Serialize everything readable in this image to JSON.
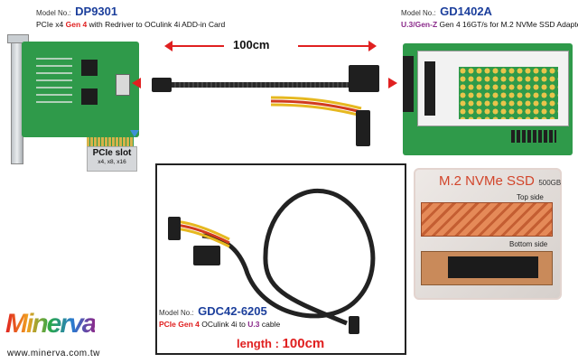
{
  "left_card": {
    "model_prefix": "Model No.:",
    "model_number": "DP9301",
    "desc_before": "PCIe x4 ",
    "desc_highlight": "Gen 4",
    "desc_after": " with Redriver to OCulink 4i ADD-in Card",
    "slot_title": "PCIe slot",
    "slot_sub": "x4, x8, x16"
  },
  "right_card": {
    "model_prefix": "Model No.:",
    "model_number": "GD1402A",
    "desc_highlight": "U.3/Gen-Z",
    "desc_after": " Gen 4 16GT/s for M.2 NVMe SSD Adapter"
  },
  "top_cable": {
    "length": "100cm"
  },
  "center_cable": {
    "model_prefix": "Model No.:",
    "model_number": "GDC42-6205",
    "desc_highlight": "PCIe Gen 4",
    "desc_middle": " OCulink 4i to ",
    "desc_highlight2": "U.3",
    "desc_after": " cable",
    "length_label": "length : ",
    "length_value": "100cm"
  },
  "ssd": {
    "title": "M.2 NVMe SSD",
    "capacity": "500GB",
    "top_label": "Top side",
    "bottom_label": "Bottom side"
  },
  "brand": {
    "logo_text": "Minerva",
    "website": "www.minerva.com.tw"
  },
  "colors": {
    "accent_red": "#e02020",
    "model_blue": "#1c3f9c",
    "u3_purple": "#8b2a8b",
    "pcb_green": "#2f9a4a",
    "ssd_title": "#d2452b"
  }
}
